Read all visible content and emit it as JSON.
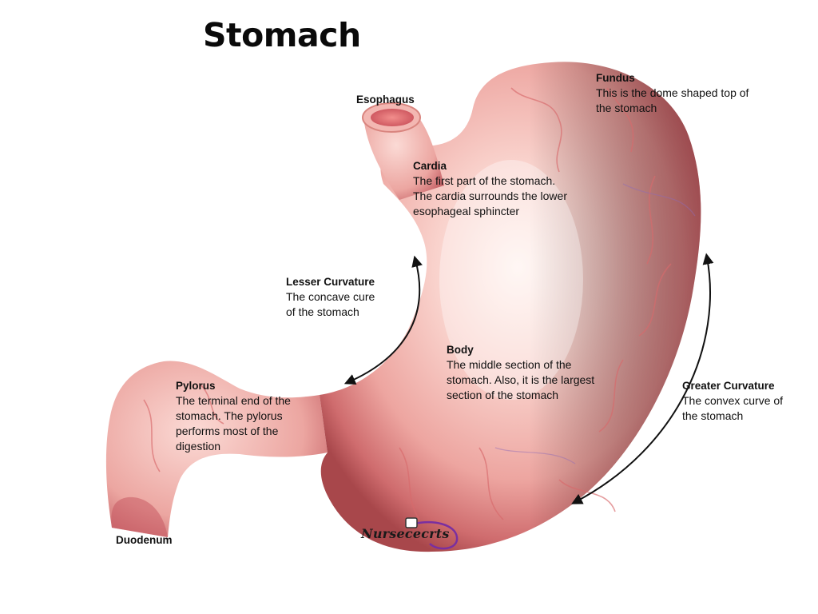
{
  "title": "Stomach",
  "labels": {
    "esophagus": "Esophagus",
    "duodenum": "Duodenum",
    "fundus": {
      "name": "Fundus",
      "lines": [
        "This is the dome shaped top of",
        "the stomach"
      ]
    },
    "cardia": {
      "name": "Cardia",
      "lines": [
        "The first part of the stomach.",
        "The cardia surrounds the lower",
        "esophageal sphincter"
      ]
    },
    "lesser_curvature": {
      "name": "Lesser Curvature",
      "lines": [
        "The concave cure",
        "of the stomach"
      ]
    },
    "body": {
      "name": "Body",
      "lines": [
        "The middle section of the",
        "stomach. Also, it is the largest",
        "section of the stomach"
      ]
    },
    "pylorus": {
      "name": "Pylorus",
      "lines": [
        "The terminal end of the",
        "stomach. The pylorus",
        "performs most of the",
        "digestion"
      ]
    },
    "greater_curvature": {
      "name": "Greater Curvature",
      "lines": [
        "The convex curve of",
        "the stomach"
      ]
    }
  },
  "watermark": "Nursececrts",
  "colors": {
    "tissue_light": "#f7c9c4",
    "tissue_mid": "#e89a94",
    "tissue_dark": "#b24f52",
    "highlight": "#fff2ee",
    "vessel": "#d86a6c",
    "arrow": "#111111",
    "stethoscope": "#7a2fa0"
  }
}
